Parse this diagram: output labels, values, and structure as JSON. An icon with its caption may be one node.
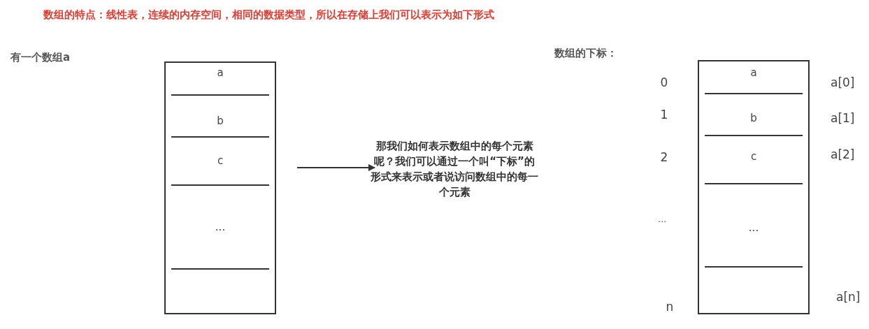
{
  "diagram": {
    "title": "数组的特点：线性表，连续的内存空间，相同的数据类型，所以在存储上我们可以表示为如下形式",
    "nodes": [
      {
        "text": [],
        "shape": "box"
      },
      {
        "text": [
          "a"
        ],
        "in": 0
      },
      {
        "text": [
          "b"
        ],
        "in": 0
      },
      {
        "text": [
          "c"
        ],
        "in": 0
      },
      {
        "text": [
          "..."
        ],
        "in": 0
      },
      {
        "text": [],
        "shape": "box",
        "in": 0
      },
      {
        "text": [
          "那我们如何表示数组中的每个元素呢？我们可以通过一个叫“下标”的形式来表示或者说访问数组中的每一个元素"
        ]
      },
      {
        "text": [],
        "shape": "box"
      },
      {
        "text": [
          "a"
        ],
        "in": 7,
        "beside": [
          "0",
          "a[0]"
        ]
      },
      {
        "text": [
          "b"
        ],
        "in": 7,
        "beside": [
          "1",
          "a[1]"
        ]
      },
      {
        "text": [
          "c"
        ],
        "in": 7,
        "beside": [
          "2",
          "a[2]"
        ]
      },
      {
        "text": [
          "..."
        ],
        "in": 7
      },
      {
        "text": [],
        "shape": "box",
        "in": 7,
        "beside": [
          "n",
          "a[n]"
        ]
      }
    ],
    "edges": [
      {
        "from": 0,
        "to": 6,
        "arrow": "to"
      }
    ],
    "labels": [
      "有一个数组a",
      "数组的下标：",
      "..."
    ]
  }
}
